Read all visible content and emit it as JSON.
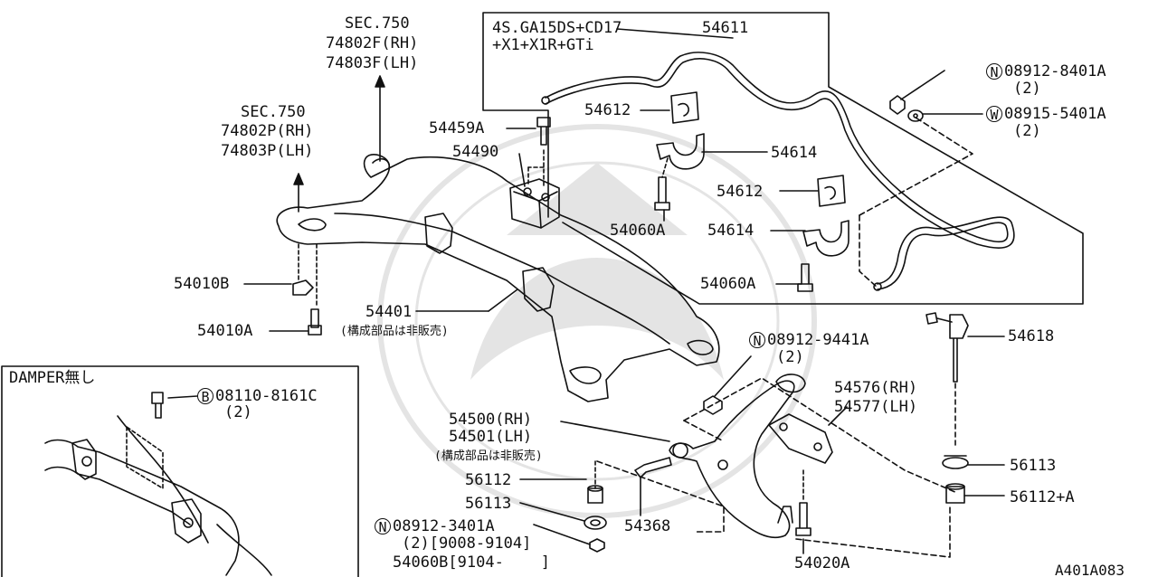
{
  "box_main": {
    "line1": "4S.GA15DS+CD17",
    "line2": "+X1+X1R+GTi"
  },
  "box_damper": {
    "title": "DAMPER無し"
  },
  "labels": {
    "sec750_upper": "SEC.750",
    "p74802F": "74802F(RH)",
    "p74803F": "74803F(LH)",
    "sec750_lower": "SEC.750",
    "p74802P": "74802P(RH)",
    "p74803P": "74803P(LH)",
    "p54611": "54611",
    "p54612_a": "54612",
    "p54612_b": "54612",
    "p54614_a": "54614",
    "p54614_b": "54614",
    "p54060A_a": "54060A",
    "p54060A_b": "54060A",
    "p54459A": "54459A",
    "p54490": "54490",
    "p54010B": "54010B",
    "p54010A": "54010A",
    "p54401": "54401",
    "note_54401": "(構成部品は非販売)",
    "p08912_8401A": "08912-8401A",
    "p08912_8401A_qty": "(2)",
    "p08915_5401A": "08915-5401A",
    "p08915_5401A_qty": "(2)",
    "p54618": "54618",
    "p08912_9441A": "08912-9441A",
    "p08912_9441A_qty": "(2)",
    "p54576": "54576(RH)",
    "p54577": "54577(LH)",
    "p54500": "54500(RH)",
    "p54501": "54501(LH)",
    "note_54500": "(構成部品は非販売)",
    "p56112_left": "56112",
    "p56113_left": "56113",
    "p08912_3401A": "08912-3401A",
    "p08912_3401A_qty": "(2)[9008-9104]",
    "p54060B": "54060B[9104-    ]",
    "p54368": "54368",
    "p54020A": "54020A",
    "p56113_right": "56113",
    "p56112A_right": "56112+A",
    "p08110_8161C": "08110-8161C",
    "p08110_8161C_qty": "(2)",
    "diagram_code": "A401A083"
  },
  "markers": {
    "N": "N",
    "W": "W",
    "B": "B"
  }
}
